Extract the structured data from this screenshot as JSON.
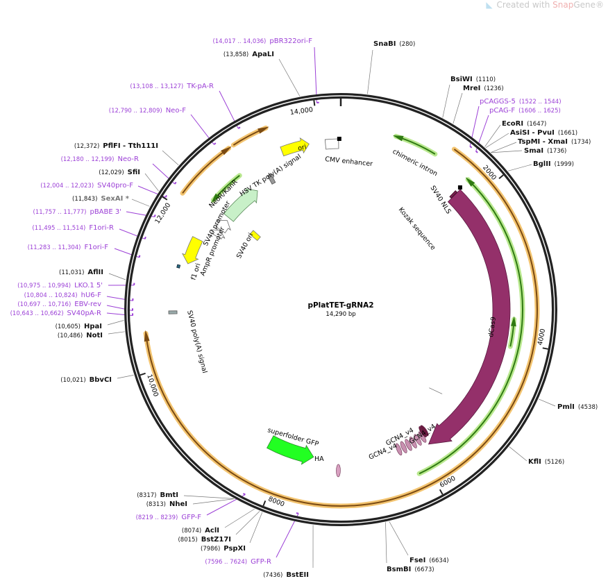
{
  "watermark": {
    "prefix": "Created with ",
    "brand": "Snap",
    "suffix": "Gene®"
  },
  "plasmid": {
    "name": "pPlatTET-gRNA2",
    "length_label": "14,290 bp",
    "length_bp": 14290
  },
  "ticks": [
    {
      "bp": 2000,
      "label": "2000"
    },
    {
      "bp": 4000,
      "label": "4000"
    },
    {
      "bp": 6000,
      "label": "6000"
    },
    {
      "bp": 8000,
      "label": "8000"
    },
    {
      "bp": 10000,
      "label": "10,000"
    },
    {
      "bp": 12000,
      "label": "12,000"
    },
    {
      "bp": 14000,
      "label": "14,000"
    }
  ],
  "features": {
    "ori": "ori",
    "cmv": "CMV enhancer",
    "intron": "chimeric intron",
    "nls": "SV40 NLS",
    "kozak": "Kozak sequence",
    "dcas9": "dCas9",
    "hsvtk": "HSV TK poly(A) signal",
    "neo": "NeoR/KanR",
    "sv40prom": "SV40 promoter",
    "ampr": "AmpR promoter",
    "f1": "f1 ori",
    "sv40ori": "SV40 ori",
    "sv40pa": "SV40 poly(A) signal",
    "gfp": "superfolder GFP",
    "ha": "HA",
    "gcn4a": "GCN4_v4",
    "gcn4b": "GCN4_v4",
    "gcn4c": "GCN4_v4"
  },
  "colors": {
    "enzyme": "#111111",
    "primer": "#9b3fd6",
    "dcas9": "#94306a",
    "ori": "#ffff00",
    "gfp": "#22ff22",
    "neo": "#c8f0c8",
    "orange": "#f3c470",
    "green": "#b9e88f"
  },
  "sites": [
    {
      "name": "SnaBI",
      "pos": "(280)",
      "bp": 280,
      "kind": "enzyme"
    },
    {
      "name": "BsiWI",
      "pos": "(1110)",
      "bp": 1110,
      "kind": "enzyme"
    },
    {
      "name": "MreI",
      "pos": "(1236)",
      "bp": 1236,
      "kind": "enzyme"
    },
    {
      "name": "pCAGGS-5",
      "pos": "(1522 .. 1544)",
      "bp": 1522,
      "kind": "primer"
    },
    {
      "name": "pCAG-F",
      "pos": "(1606 .. 1625)",
      "bp": 1606,
      "kind": "primer"
    },
    {
      "name": "EcoRI",
      "pos": "(1647)",
      "bp": 1647,
      "kind": "enzyme"
    },
    {
      "name": "AsiSI  -  PvuI",
      "pos": "(1661)",
      "bp": 1661,
      "kind": "enzyme"
    },
    {
      "name": "TspMI  -  XmaI",
      "pos": "(1734)",
      "bp": 1734,
      "kind": "enzyme"
    },
    {
      "name": "SmaI",
      "pos": "(1736)",
      "bp": 1736,
      "kind": "enzyme"
    },
    {
      "name": "BglII",
      "pos": "(1999)",
      "bp": 1999,
      "kind": "enzyme"
    },
    {
      "name": "PmlI",
      "pos": "(4538)",
      "bp": 4538,
      "kind": "enzyme"
    },
    {
      "name": "KflI",
      "pos": "(5126)",
      "bp": 5126,
      "kind": "enzyme"
    },
    {
      "name": "FseI",
      "pos": "(6634)",
      "bp": 6634,
      "kind": "enzyme"
    },
    {
      "name": "BsmBI",
      "pos": "(6673)",
      "bp": 6673,
      "kind": "enzyme"
    },
    {
      "name": "BstEII",
      "pos": "(7436)",
      "bp": 7436,
      "kind": "enzyme"
    },
    {
      "name": "GFP-R",
      "pos": "(7596 .. 7624)",
      "bp": 7610,
      "kind": "primer"
    },
    {
      "name": "PspXI",
      "pos": "(7986)",
      "bp": 7986,
      "kind": "enzyme"
    },
    {
      "name": "BstZ17I",
      "pos": "(8015)",
      "bp": 8015,
      "kind": "enzyme"
    },
    {
      "name": "AclI",
      "pos": "(8074)",
      "bp": 8074,
      "kind": "enzyme"
    },
    {
      "name": "GFP-F",
      "pos": "(8219 .. 8239)",
      "bp": 8229,
      "kind": "primer"
    },
    {
      "name": "NheI",
      "pos": "(8313)",
      "bp": 8313,
      "kind": "enzyme"
    },
    {
      "name": "BmtI",
      "pos": "(8317)",
      "bp": 8317,
      "kind": "enzyme"
    },
    {
      "name": "BbvCI",
      "pos": "(10,021)",
      "bp": 10021,
      "kind": "enzyme"
    },
    {
      "name": "NotI",
      "pos": "(10,486)",
      "bp": 10486,
      "kind": "enzyme"
    },
    {
      "name": "HpaI",
      "pos": "(10,605)",
      "bp": 10605,
      "kind": "enzyme"
    },
    {
      "name": "SV40pA-R",
      "pos": "(10,643 .. 10,662)",
      "bp": 10652,
      "kind": "primer"
    },
    {
      "name": "EBV-rev",
      "pos": "(10,697 .. 10,716)",
      "bp": 10706,
      "kind": "primer"
    },
    {
      "name": "hU6-F",
      "pos": "(10,804 .. 10,824)",
      "bp": 10814,
      "kind": "primer"
    },
    {
      "name": "LKO.1 5'",
      "pos": "(10,975 .. 10,994)",
      "bp": 10984,
      "kind": "primer"
    },
    {
      "name": "AflII",
      "pos": "(11,031)",
      "bp": 11031,
      "kind": "enzyme"
    },
    {
      "name": "F1ori-F",
      "pos": "(11,283 .. 11,304)",
      "bp": 11293,
      "kind": "primer"
    },
    {
      "name": "F1ori-R",
      "pos": "(11,495 .. 11,514)",
      "bp": 11504,
      "kind": "primer"
    },
    {
      "name": "pBABE 3'",
      "pos": "(11,757 .. 11,777)",
      "bp": 11767,
      "kind": "primer"
    },
    {
      "name": "SexAI *",
      "pos": "(11,843)",
      "bp": 11843,
      "kind": "enzyme-gray"
    },
    {
      "name": "SV40pro-F",
      "pos": "(12,004 .. 12,023)",
      "bp": 12013,
      "kind": "primer"
    },
    {
      "name": "SfiI",
      "pos": "(12,029)",
      "bp": 12029,
      "kind": "enzyme"
    },
    {
      "name": "Neo-R",
      "pos": "(12,180 .. 12,199)",
      "bp": 12190,
      "kind": "primer"
    },
    {
      "name": "PflFI  -  Tth111I",
      "pos": "(12,372)",
      "bp": 12372,
      "kind": "enzyme"
    },
    {
      "name": "Neo-F",
      "pos": "(12,790 .. 12,809)",
      "bp": 12800,
      "kind": "primer"
    },
    {
      "name": "TK-pA-R",
      "pos": "(13,108 .. 13,127)",
      "bp": 13118,
      "kind": "primer"
    },
    {
      "name": "ApaLI",
      "pos": "(13,858)",
      "bp": 13858,
      "kind": "enzyme"
    },
    {
      "name": "pBR322ori-F",
      "pos": "(14,017 .. 14,036)",
      "bp": 14027,
      "kind": "primer"
    }
  ]
}
